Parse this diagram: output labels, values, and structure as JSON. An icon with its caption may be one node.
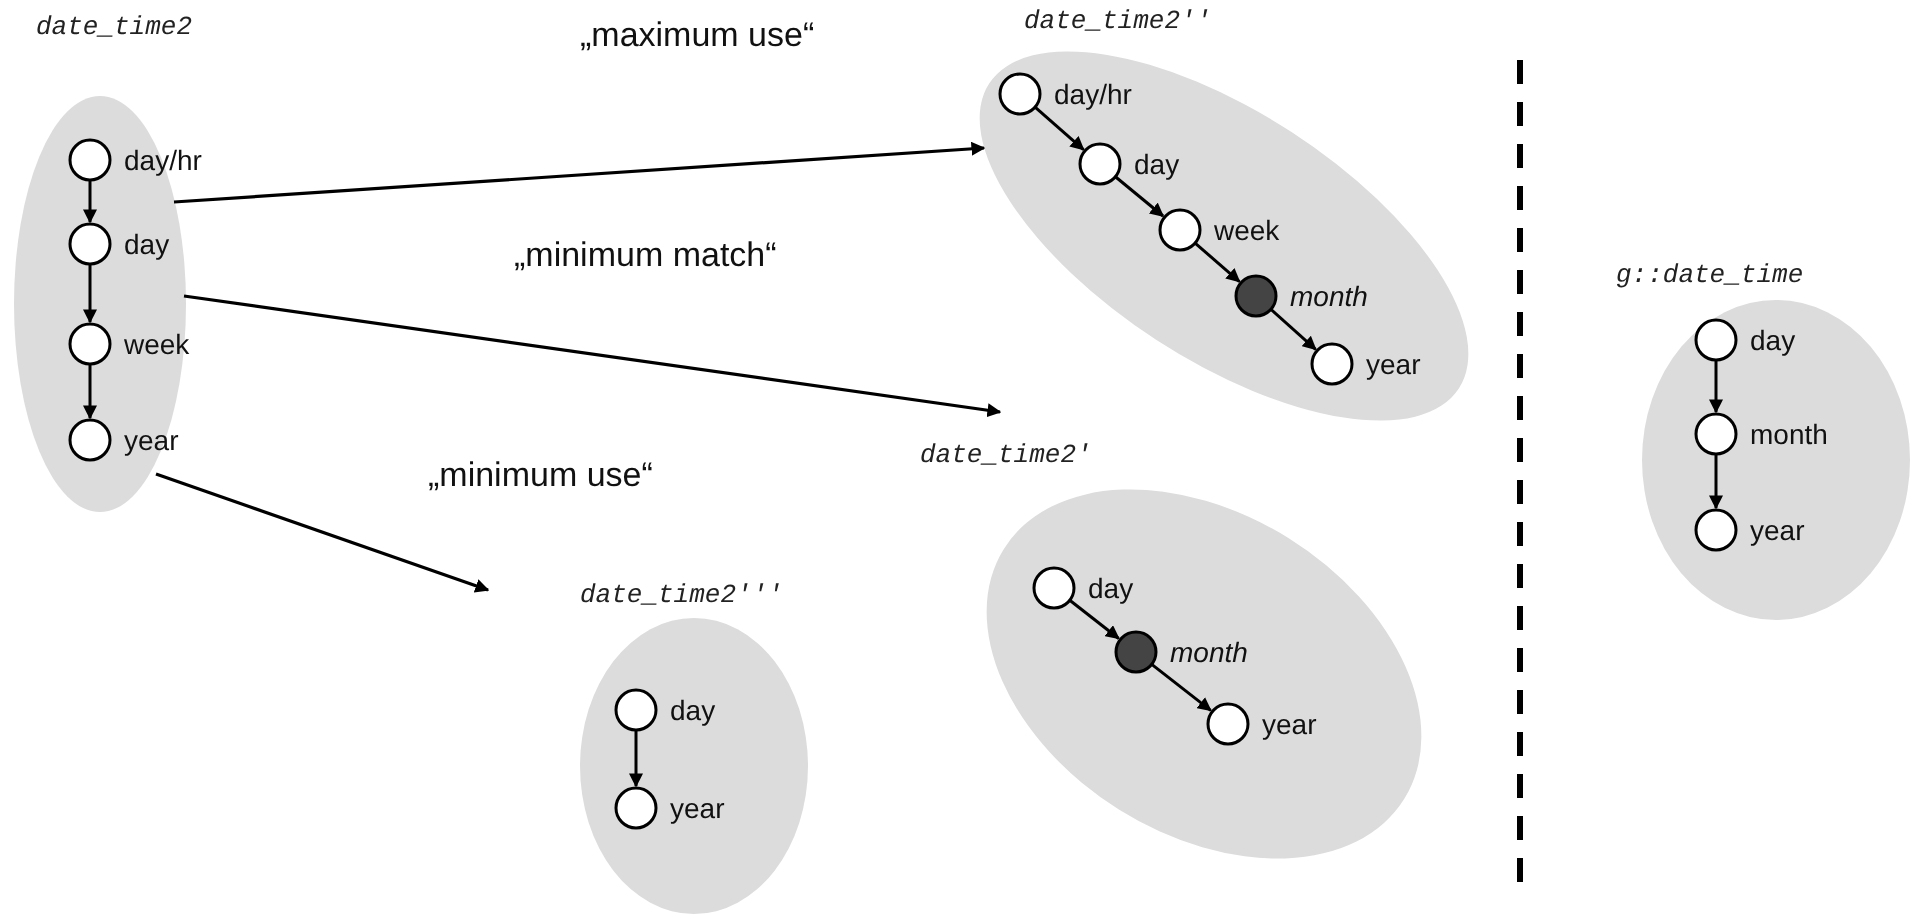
{
  "diagram": {
    "nodes": [
      {
        "text": [
          "date_time2"
        ]
      },
      {
        "text": [
          "day/hr"
        ],
        "in": 0
      },
      {
        "text": [
          "day"
        ],
        "in": 0
      },
      {
        "text": [
          "week"
        ],
        "in": 0
      },
      {
        "text": [
          "year"
        ],
        "in": 0
      },
      {
        "text": [
          "date_time2''"
        ]
      },
      {
        "text": [
          "day/hr"
        ],
        "in": 5
      },
      {
        "text": [
          "day"
        ],
        "in": 5
      },
      {
        "text": [
          "week"
        ],
        "in": 5
      },
      {
        "text": [
          "month"
        ],
        "in": 5
      },
      {
        "text": [
          "year"
        ],
        "in": 5
      },
      {
        "text": [
          "date_time2'"
        ]
      },
      {
        "text": [
          "day"
        ],
        "in": 11
      },
      {
        "text": [
          "month"
        ],
        "in": 11
      },
      {
        "text": [
          "year"
        ],
        "in": 11
      },
      {
        "text": [
          "date_time2'''"
        ]
      },
      {
        "text": [
          "day"
        ],
        "in": 15
      },
      {
        "text": [
          "year"
        ],
        "in": 15
      },
      {
        "text": [
          "g::date_time"
        ]
      },
      {
        "text": [
          "day"
        ],
        "in": 18
      },
      {
        "text": [
          "month"
        ],
        "in": 18
      },
      {
        "text": [
          "year"
        ],
        "in": 18
      }
    ],
    "edges": [
      {
        "from": 0,
        "to": 5,
        "arrow": "to",
        "label": "„maximum use“"
      },
      {
        "from": 0,
        "to": 11,
        "arrow": "to",
        "label": "„minimum match“"
      },
      {
        "from": 0,
        "to": 15,
        "arrow": "to",
        "label": "„minimum use“"
      },
      {
        "from": 1,
        "to": 2,
        "arrow": "to"
      },
      {
        "from": 2,
        "to": 3,
        "arrow": "to"
      },
      {
        "from": 3,
        "to": 4,
        "arrow": "to"
      },
      {
        "from": 6,
        "to": 7,
        "arrow": "to"
      },
      {
        "from": 7,
        "to": 8,
        "arrow": "to"
      },
      {
        "from": 8,
        "to": 9,
        "arrow": "to"
      },
      {
        "from": 9,
        "to": 10,
        "arrow": "to"
      },
      {
        "from": 12,
        "to": 13,
        "arrow": "to"
      },
      {
        "from": 13,
        "to": 14,
        "arrow": "to"
      },
      {
        "from": 16,
        "to": 17,
        "arrow": "to"
      },
      {
        "from": 19,
        "to": 20,
        "arrow": "to"
      },
      {
        "from": 20,
        "to": 21,
        "arrow": "to"
      }
    ]
  }
}
